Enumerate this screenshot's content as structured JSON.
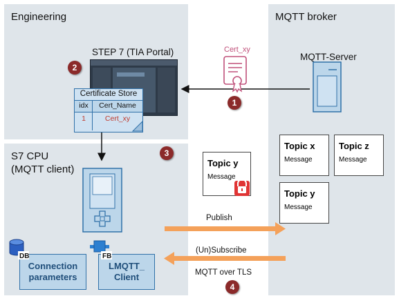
{
  "engineering": {
    "title": "Engineering",
    "step7_label": "STEP 7 (TIA Portal)",
    "badge": "2",
    "cert_store": {
      "title": "Certificate Store",
      "columns": [
        "idx",
        "Cert_Name"
      ],
      "row": [
        "1",
        "Cert_xy"
      ]
    }
  },
  "s7cpu": {
    "title_line1": "S7 CPU",
    "title_line2": "(MQTT client)",
    "badge": "3",
    "db_icon_label": "DB",
    "fb_icon_label": "FB",
    "conn_params_line1": "Connection",
    "conn_params_line2": "parameters",
    "lmqtt_line1": "LMQTT_",
    "lmqtt_line2": "Client"
  },
  "broker": {
    "title": "MQTT broker",
    "server_label": "MQTT-Server",
    "topics": [
      {
        "topic": "Topic x",
        "message": "Message"
      },
      {
        "topic": "Topic z",
        "message": "Message"
      },
      {
        "topic": "Topic y",
        "message": "Message"
      }
    ]
  },
  "middle": {
    "cert_label": "Cert_xy",
    "badge1": "1",
    "topic": "Topic y",
    "message": "Message",
    "publish_label": "Publish",
    "unsubscribe_label": "(Un)Subscribe",
    "mqtt_tls_label": "MQTT over TLS",
    "badge4": "4"
  },
  "colors": {
    "panel": "#dfe5ea",
    "badge": "#8b2a2a",
    "arrow_orange": "#f4a15a",
    "cert_pink": "#c0507a",
    "device_blue": "#bcd6ea",
    "device_border": "#2f70a8"
  }
}
